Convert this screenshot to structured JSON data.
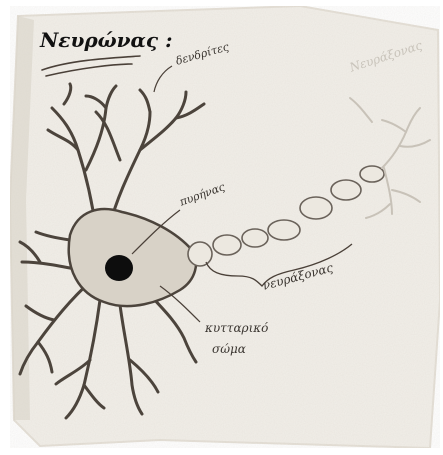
{
  "title": "Νευρώνας :",
  "labels": {
    "dendrites": "δενδρίτες",
    "nucleus": "πυρήνας",
    "axon": "νευράξονας",
    "cell_body_line1": "κυτταρικό",
    "cell_body_line2": "σώμα",
    "axon_faded": "Νευράξονας"
  },
  "colors": {
    "paper": "#f2efe9",
    "paper_edge": "#e6e1d8",
    "ink": "#3a3530",
    "nucleus": "#0d0d0d",
    "soma_fill": "#d8d2c7"
  }
}
